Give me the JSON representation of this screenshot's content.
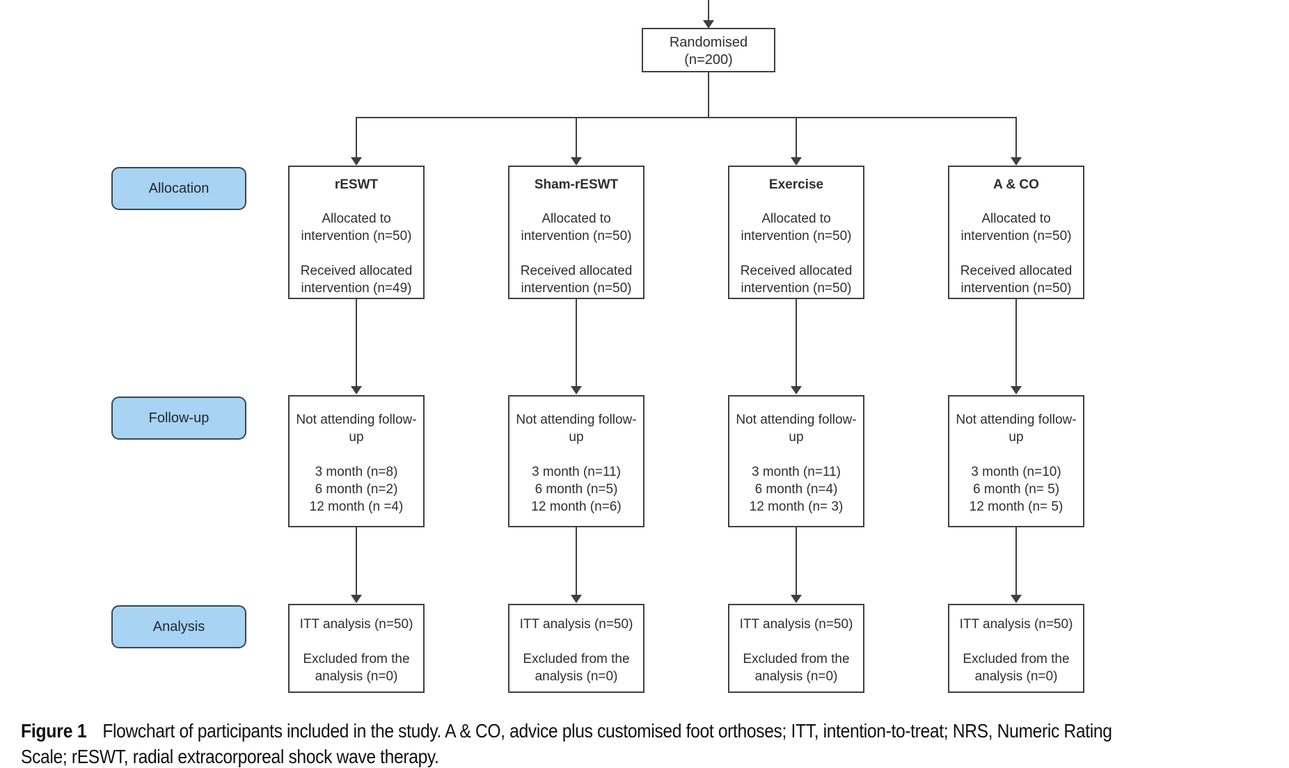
{
  "figure": {
    "randomised_box": {
      "line1": "Randomised",
      "line2": "(n=200)"
    },
    "row_labels": [
      {
        "id": "allocation",
        "label": "Allocation"
      },
      {
        "id": "followup",
        "label": "Follow-up"
      },
      {
        "id": "analysis",
        "label": "Analysis"
      }
    ],
    "arms": [
      {
        "title": "rESWT",
        "allocation": "Allocated to\nintervention (n=50)\n\nReceived allocated\nintervention (n=49)",
        "followup": "Not attending follow-\nup\n\n3 month (n=8)\n6 month (n=2)\n12 month (n =4)",
        "analysis": "ITT analysis (n=50)\n\nExcluded from the\nanalysis (n=0)"
      },
      {
        "title": "Sham-rESWT",
        "allocation": "Allocated to\nintervention (n=50)\n\nReceived allocated\nintervention (n=50)",
        "followup": "Not attending follow-\nup\n\n3 month (n=11)\n6 month (n=5)\n12 month (n=6)",
        "analysis": "ITT analysis (n=50)\n\nExcluded from the\nanalysis (n=0)"
      },
      {
        "title": "Exercise",
        "allocation": "Allocated to\nintervention (n=50)\n\nReceived allocated\nintervention (n=50)",
        "followup": "Not attending follow-\nup\n\n3 month (n=11)\n6 month (n=4)\n12 month (n= 3)",
        "analysis": "ITT analysis (n=50)\n\nExcluded from the\nanalysis (n=0)"
      },
      {
        "title": "A & CO",
        "allocation": "Allocated to\nintervention (n=50)\n\nReceived allocated\nintervention (n=50)",
        "followup": "Not attending follow-\nup\n\n3 month (n=10)\n6 month (n= 5)\n12 month (n= 5)",
        "analysis": "ITT analysis (n=50)\n\nExcluded from the\nanalysis (n=0)"
      }
    ],
    "caption": {
      "label": "Figure 1",
      "line1": "Flowchart of participants included in the study. A & CO, advice plus customised foot orthoses; ITT, intention-to-treat; NRS, Numeric Rating",
      "line2": "Scale; rESWT, radial extracorporeal shock wave therapy."
    },
    "colors": {
      "stage_label_fill": "#a8d3f2",
      "stage_label_border": "#3c4650",
      "box_border": "#3f3f3f",
      "connector": "#3f3f3f",
      "text": "#2e2e2e"
    }
  }
}
